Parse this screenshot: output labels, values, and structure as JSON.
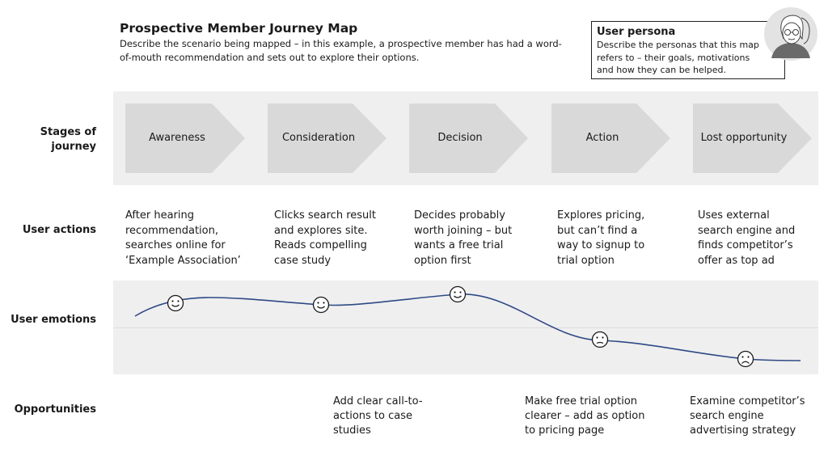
{
  "header": {
    "title": "Prospective Member Journey Map",
    "description": "Describe the scenario being mapped – in this example, a prospective member has had a word-of-mouth recommendation and sets out to explore their options."
  },
  "persona": {
    "title": "User persona",
    "description": "Describe the personas that this map refers to – their goals, motivations and how they can be helped.",
    "avatar_icon": "woman-with-glasses-avatar-icon"
  },
  "row_labels": {
    "stages": "Stages of journey",
    "actions": "User actions",
    "emotions": "User emotions",
    "opportunities": "Opportunities"
  },
  "stages": [
    "Awareness",
    "Consideration",
    "Decision",
    "Action",
    "Lost opportunity"
  ],
  "actions": [
    "After hearing recommendation, searches online for ‘Example Association’",
    "Clicks search result and explores site. Reads compelling case study",
    "Decides probably worth joining – but wants a free trial option first",
    "Explores pricing, but can’t find a way to signup to trial option",
    "Uses external search engine and finds competitor’s offer as top ad"
  ],
  "emotions": [
    {
      "stage": "Awareness",
      "face": "happy"
    },
    {
      "stage": "Consideration",
      "face": "happy"
    },
    {
      "stage": "Decision",
      "face": "happy"
    },
    {
      "stage": "Action",
      "face": "neutral"
    },
    {
      "stage": "Lost opportunity",
      "face": "sad"
    }
  ],
  "opportunities": [
    "",
    "Add clear call-to-actions to case studies",
    "",
    "Make free trial option clearer – add as option to pricing page",
    "Examine competitor’s search engine advertising strategy"
  ],
  "colors": {
    "band": "#efefef",
    "chevron": "#d9d9d9",
    "emotion_line": "#2e4a85"
  }
}
